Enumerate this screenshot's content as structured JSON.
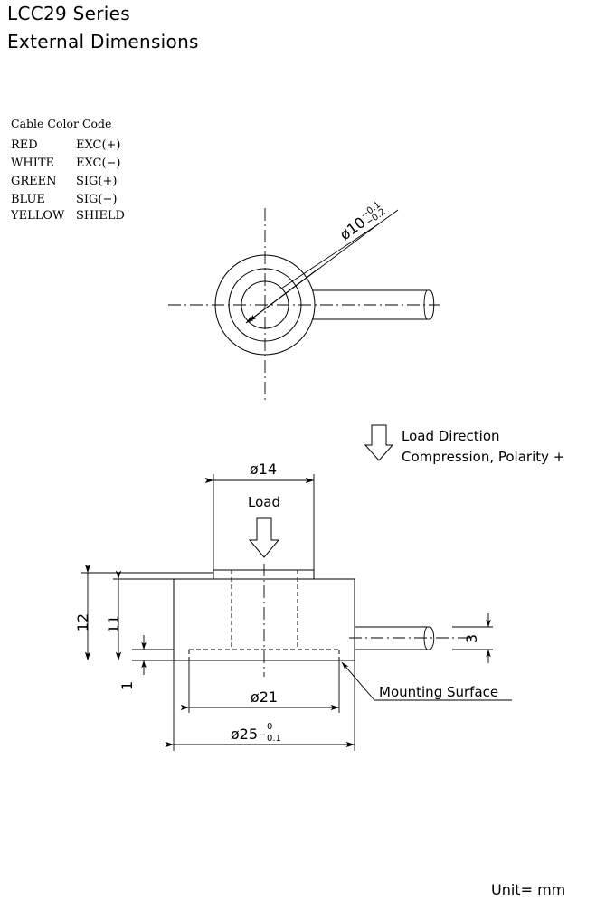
{
  "title": {
    "line1": "LCC29 Series",
    "line2": "External Dimensions"
  },
  "cable_color_code": {
    "heading": "Cable Color Code",
    "rows": [
      {
        "color": "RED",
        "signal": "EXC(+)"
      },
      {
        "color": "WHITE",
        "signal": "EXC(−)"
      },
      {
        "color": "GREEN",
        "signal": "SIG(+)"
      },
      {
        "color": "BLUE",
        "signal": "SIG(−)"
      },
      {
        "color": "YELLOW",
        "signal": "SHIELD"
      }
    ]
  },
  "top_view": {
    "bore_dimension": {
      "value": "ø10",
      "tolerance_upper": "−0.1",
      "tolerance_lower": "−0.2"
    }
  },
  "legend": {
    "line1": "Load Direction",
    "line2": "Compression, Polarity +",
    "arrow_icon": "down-arrow-outline"
  },
  "side_view": {
    "top_diameter": "ø14",
    "load_label": "Load",
    "load_arrow_icon": "down-arrow-outline",
    "height_total": "12",
    "height_body": "11",
    "flange_thickness": "1",
    "cable_diameter": "3",
    "inner_diameter": "ø21",
    "outer_diameter": {
      "value": "ø25",
      "tolerance_upper": "0",
      "tolerance_lower": "−0.1"
    },
    "mounting_surface_label": "Mounting Surface"
  },
  "footer": {
    "unit_note": "Unit= mm"
  },
  "colors": {
    "line": "#000000",
    "background": "#ffffff"
  }
}
